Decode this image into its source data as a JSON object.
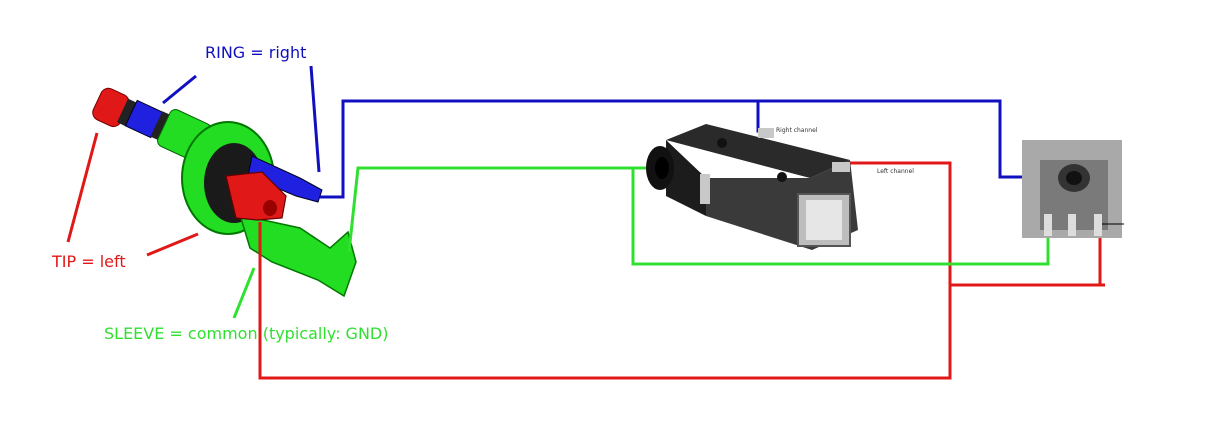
{
  "labels": {
    "ring": "RING = right",
    "tip": "TIP = left",
    "sleeve": "SLEEVE = common (typically: GND)",
    "right_channel": "Right channel",
    "left_channel": "Left channel"
  },
  "colors": {
    "ring": "#1010c0",
    "tip": "#e01818",
    "sleeve": "#30e030"
  }
}
